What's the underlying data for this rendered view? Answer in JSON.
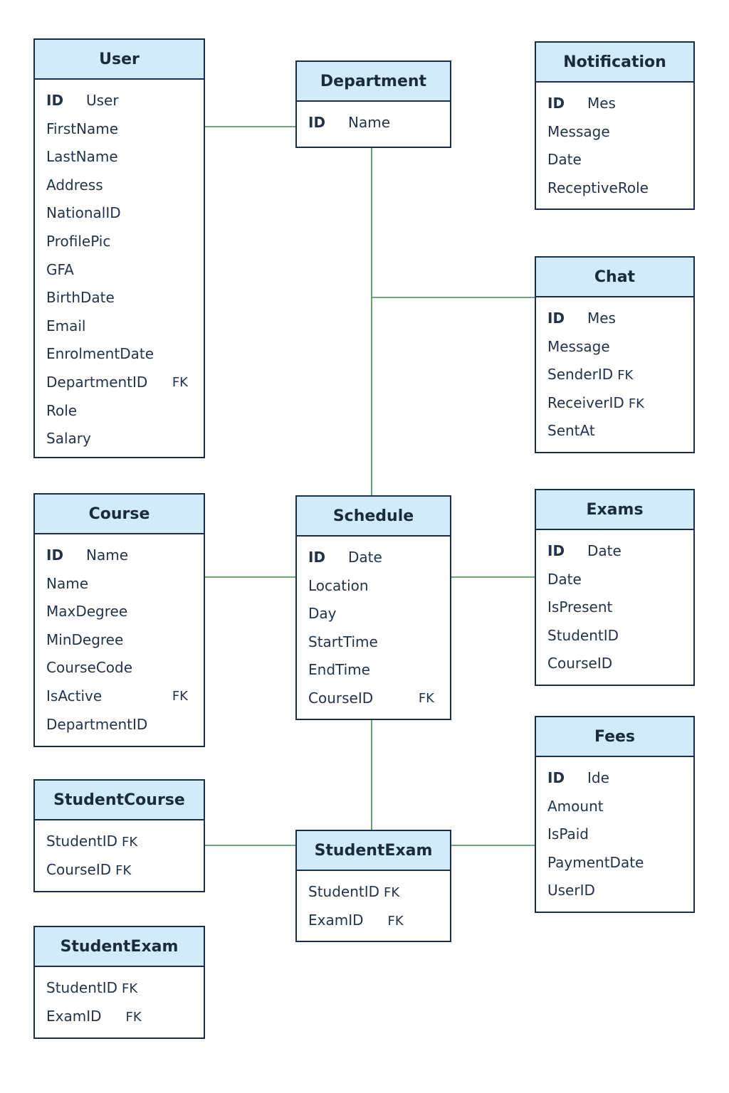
{
  "entities": {
    "user": {
      "title": "User",
      "fields": [
        {
          "key": "ID",
          "name": "User"
        },
        {
          "name": "FirstName"
        },
        {
          "name": "LastName"
        },
        {
          "name": "Address"
        },
        {
          "name": "NationalID"
        },
        {
          "name": "ProfilePic"
        },
        {
          "name": "GFA"
        },
        {
          "name": "BirthDate"
        },
        {
          "name": "Email"
        },
        {
          "name": "EnrolmentDate"
        },
        {
          "name": "DepartmentID",
          "tag": "FK"
        },
        {
          "name": "Role"
        },
        {
          "name": "Salary"
        }
      ]
    },
    "department": {
      "title": "Department",
      "fields": [
        {
          "key": "ID",
          "name": "Name"
        }
      ]
    },
    "notification": {
      "title": "Notification",
      "fields": [
        {
          "key": "ID",
          "name": "Mes"
        },
        {
          "name": "Message"
        },
        {
          "name": "Date"
        },
        {
          "name": "ReceptiveRole"
        }
      ]
    },
    "chat": {
      "title": "Chat",
      "fields": [
        {
          "key": "ID",
          "name": "Mes"
        },
        {
          "name": "Message"
        },
        {
          "name": "SenderID",
          "tag": "FK"
        },
        {
          "name": "ReceiverID",
          "tag": "FK"
        },
        {
          "name": "SentAt"
        }
      ]
    },
    "course": {
      "title": "Course",
      "fields": [
        {
          "key": "ID",
          "name": "Name"
        },
        {
          "name": "Name"
        },
        {
          "name": "MaxDegree"
        },
        {
          "name": "MinDegree"
        },
        {
          "name": "CourseCode"
        },
        {
          "name": "IsActive",
          "tag": "FK"
        },
        {
          "name": "DepartmentID"
        }
      ]
    },
    "schedule": {
      "title": "Schedule",
      "fields": [
        {
          "key": "ID",
          "name": "Date"
        },
        {
          "name": "Location"
        },
        {
          "name": "Day"
        },
        {
          "name": "StartTime"
        },
        {
          "name": "EndTime"
        },
        {
          "name": "CourseID",
          "tag": "FK"
        }
      ]
    },
    "exams": {
      "title": "Exams",
      "fields": [
        {
          "key": "ID",
          "name": "Date"
        },
        {
          "name": "Date"
        },
        {
          "name": "IsPresent"
        },
        {
          "name": "StudentID"
        },
        {
          "name": "CourseID"
        }
      ]
    },
    "fees": {
      "title": "Fees",
      "fields": [
        {
          "key": "ID",
          "name": "Ide"
        },
        {
          "name": "Amount"
        },
        {
          "name": "IsPaid"
        },
        {
          "name": "PaymentDate"
        },
        {
          "name": "UserID"
        }
      ]
    },
    "student_course": {
      "title": "StudentCourse",
      "fields": [
        {
          "name": "StudentID",
          "tag": "FK"
        },
        {
          "name": "CourseID",
          "tag": "FK"
        }
      ]
    },
    "student_exam_center": {
      "title": "StudentExam",
      "fields": [
        {
          "name": "StudentID",
          "tag": "FK"
        },
        {
          "name": "ExamID",
          "tag": "FK"
        }
      ]
    },
    "student_exam_left": {
      "title": "StudentExam",
      "fields": [
        {
          "name": "StudentID",
          "tag": "FK"
        },
        {
          "name": "ExamID",
          "tag": "FK"
        }
      ]
    }
  },
  "colors": {
    "header_fill": "#d2ebf8",
    "border": "#1c2d47",
    "connector": "#3d8a4f",
    "text": "#22334a"
  }
}
